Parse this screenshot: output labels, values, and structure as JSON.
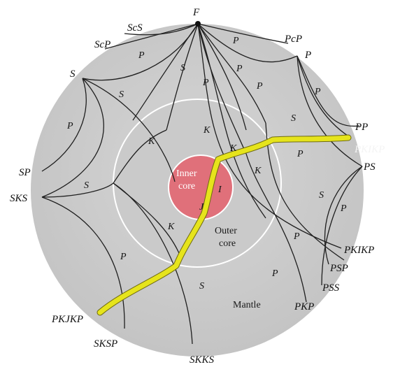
{
  "diagram": {
    "focus": "F",
    "regions": {
      "inner_core": [
        "Inner",
        "core"
      ],
      "outer_core": [
        "Outer",
        "core"
      ],
      "mantle": "Mantle"
    },
    "outer_labels": {
      "ScS": "ScS",
      "ScP": "ScP",
      "PcP": "PcP",
      "P": "P",
      "S": "S",
      "PP": "PP",
      "PKIKP_white": "PKIKP",
      "PS": "PS",
      "SP": "SP",
      "SKS": "SKS",
      "PKIKP": "PKIKP",
      "PSP": "PSP",
      "PSS": "PSS",
      "PKP": "PKP",
      "PKJKP": "PKJKP",
      "SKSP": "SKSP",
      "SKKS": "SKKS"
    },
    "segment_labels": {
      "P": "P",
      "S": "S",
      "K": "K",
      "I": "I",
      "J": "J"
    },
    "colors": {
      "mantle": "#cfcfcf",
      "outer_core": "#c9c9c9",
      "inner_core": "#e0707a",
      "highlight": "#e6e41c",
      "ray": "#1f1f1f"
    }
  }
}
